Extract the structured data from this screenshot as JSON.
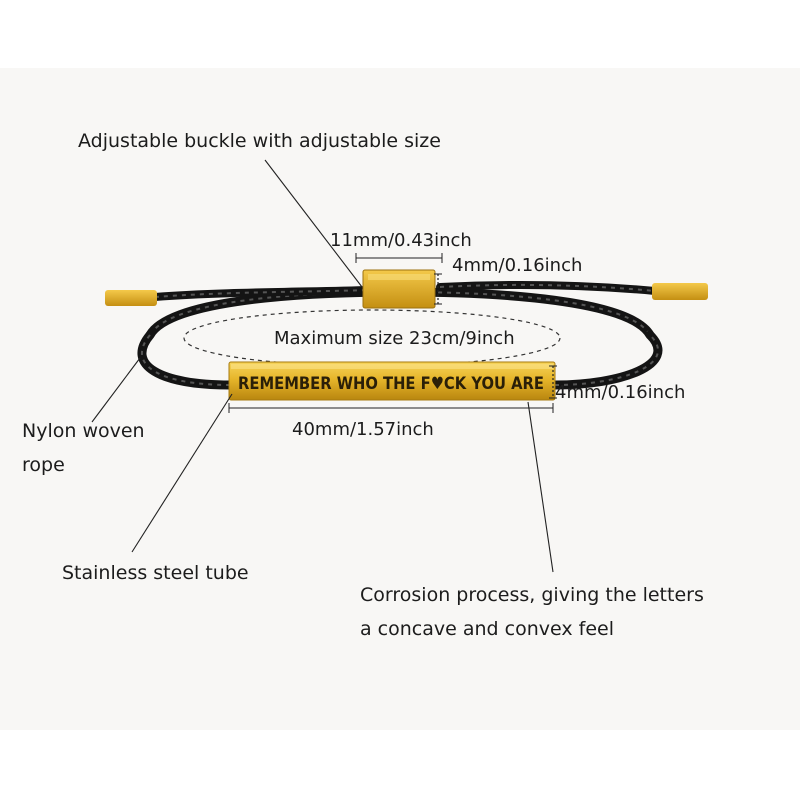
{
  "callouts": {
    "buckle": "Adjustable buckle with adjustable size",
    "buckle_width": "11mm/0.43inch",
    "buckle_height": "4mm/0.16inch",
    "max_size": "Maximum size 23cm/9inch",
    "tube_height": "4mm/0.16inch",
    "tube_length": "40mm/1.57inch",
    "rope_line1": "Nylon woven",
    "rope_line2": "rope",
    "tube": "Stainless steel tube",
    "process_line1": "Corrosion process, giving the letters",
    "process_line2": "a concave and convex feel"
  },
  "bar": {
    "engraving": "REMEMBER WHO THE F♥CK YOU ARE"
  },
  "colors": {
    "background": "#ffffff",
    "panel": "#f8f7f5",
    "gold": "#e6b52a",
    "rope": "#111111",
    "text": "#1c1c1c"
  }
}
